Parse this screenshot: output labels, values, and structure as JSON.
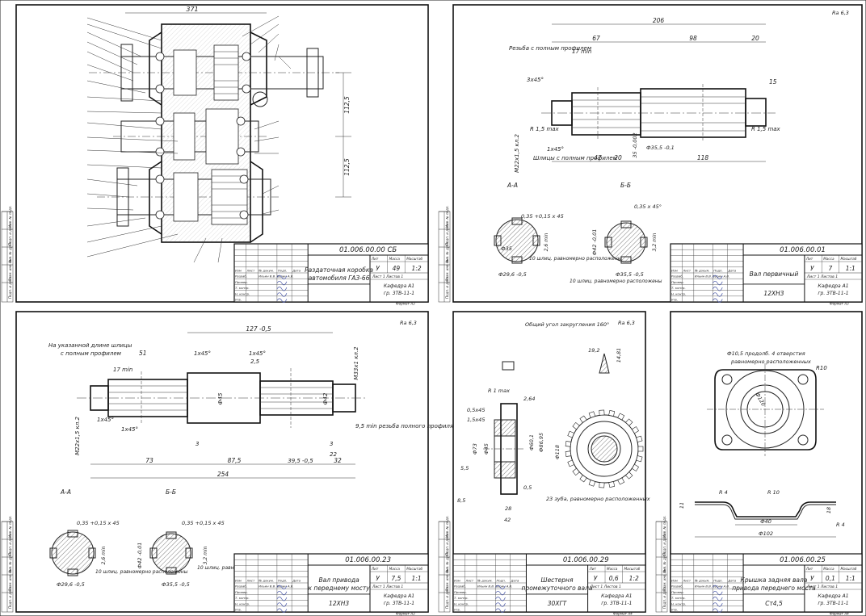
{
  "sheets": [
    {
      "designation": "01.006.00.00 СБ",
      "title_line1": "Раздаточная коробка",
      "title_line2": "автомобиля ГАЗ-66",
      "material": "",
      "lit": "У",
      "mass": "49",
      "scale": "1:2",
      "sheet_info": "Лист 1   Листов 1",
      "org_line1": "Кафедра А1",
      "org_line2": "гр. 3ТВ-11-1",
      "format": "Формат А3",
      "dims": [
        "371",
        "112,5",
        "112,5"
      ]
    },
    {
      "designation": "01.006.00.01",
      "title_line1": "Вал первичный",
      "title_line2": "",
      "material": "12ХН3",
      "lit": "У",
      "mass": "7",
      "scale": "1:1",
      "sheet_info": "Лист 1   Листов 1",
      "org_line1": "Кафедра А1",
      "org_line2": "гр. 3ТВ-11-1",
      "format": "Формат А3",
      "roughness": "Ra 6,3",
      "notes": [
        "Резьба с полным профилем",
        "17 min",
        "Шлицы с полным профилем"
      ],
      "dims": [
        "206",
        "67",
        "98",
        "20",
        "15",
        "3x45°",
        "1x45°",
        "R 1,5 max",
        "R 1,5 max",
        "M22x1,5 кл.2",
        "35 -0,002",
        "47",
        "20",
        "118",
        "Ф35,5 -0,1"
      ],
      "sections": [
        "А-А",
        "Б-Б"
      ],
      "section_notes": [
        "10 шлиц. равномерно расположены",
        "10 шлиц. равномерно расположены"
      ],
      "section_dims": [
        "0,35 +0,15 х 45",
        "Ф29,6 -0,5",
        "Ф42 -0,01",
        "0,35 х 45°",
        "Ф35,5 -0,5",
        "Ф35",
        "2,6 min",
        "3,2 min"
      ]
    },
    {
      "designation": "01.006.00.23",
      "title_line1": "Вал привода",
      "title_line2": "к переднему мосту",
      "material": "12ХН3",
      "lit": "У",
      "mass": "7,5",
      "scale": "1:1",
      "sheet_info": "Лист 1   Листов 1",
      "org_line1": "Кафедра А1",
      "org_line2": "гр. 3ТВ-11-1",
      "format": "Формат А3",
      "roughness": "Ra 6,3",
      "notes": [
        "На указанной длине шлицы",
        "с полным профилем",
        "9,5 min резьба полного профиля"
      ],
      "dims": [
        "127 -0,5",
        "51",
        "17 min",
        "1x45°",
        "1x45°",
        "2,5",
        "Ф45",
        "Ф42",
        "M33x1 кл.2",
        "M22x1,5 кл.2",
        "1x45°",
        "1x45°",
        "3",
        "3",
        "22",
        "73",
        "87,5",
        "39,5 -0,5",
        "32",
        "254"
      ],
      "sections": [
        "А-А",
        "Б-Б"
      ],
      "section_notes": [
        "10 шлиц. равномерно расположены",
        "10 шлиц. равномерно расположены"
      ],
      "section_dims": [
        "0,35 +0,15 х 45",
        "Ф29,6 -0,5",
        "Ф42 -0,01",
        "0,35 +0,15 х 45",
        "Ф35,5 -0,5",
        "2,6 min",
        "3,2 min"
      ]
    },
    {
      "designation": "01.006.00.29",
      "title_line1": "Шестерня",
      "title_line2": "промежуточного вала",
      "material": "30ХГТ",
      "lit": "У",
      "mass": "0,6",
      "scale": "1:2",
      "sheet_info": "Лист 1   Листов 1",
      "org_line1": "Кафедра А1",
      "org_line2": "гр. 3ТВ-11-1",
      "format": "Формат А4",
      "roughness": "Ra 6,3",
      "notes": [
        "Общий угол закругления 160°",
        "23 зуба, равномерно расположенных"
      ],
      "dims": [
        "19,2",
        "14,81",
        "R 1 max",
        "2,64",
        "0,5x45",
        "1,5x45",
        "Ф73",
        "Ф45",
        "Ф60,1",
        "Ф86,95",
        "Ф118",
        "5,5",
        "8,5",
        "0,5",
        "28",
        "42"
      ]
    },
    {
      "designation": "01.006.00.25",
      "title_line1": "Крышка задняя вала",
      "title_line2": "привода переднего моста",
      "material": "Ст4,5",
      "lit": "У",
      "mass": "0,1",
      "scale": "1:1",
      "sheet_info": "Лист 1   Листов 1",
      "org_line1": "Кафедра А1",
      "org_line2": "гр. 3ТВ-11-1",
      "format": "Формат А4",
      "notes": [
        "Ф10,5 продолб. 4 отверстия",
        "равномерно расположенных"
      ],
      "dims": [
        "R10",
        "Ф120",
        "R 4",
        "R 10",
        "11",
        "18",
        "R 4",
        "Ф40",
        "Ф102"
      ]
    }
  ],
  "side_labels": [
    "Подп. и дата",
    "Взам. инв. №",
    "Инв. № дубл.",
    "Подп. и дата",
    "Инв. № подл."
  ],
  "tb_headers": {
    "izm": "Изм",
    "list": "Лист",
    "doc": "№ докум.",
    "podp": "Подп.",
    "data": "Дата",
    "razrab": "Разраб.",
    "prov": "Провер.",
    "tkontr": "Т. контр.",
    "nkontr": "Н. контр.",
    "utv": "Утв.",
    "lit": "Лит",
    "mass": "Масса",
    "scale": "Масштаб",
    "names": "Ильин В.В.  Бурин А.В."
  }
}
